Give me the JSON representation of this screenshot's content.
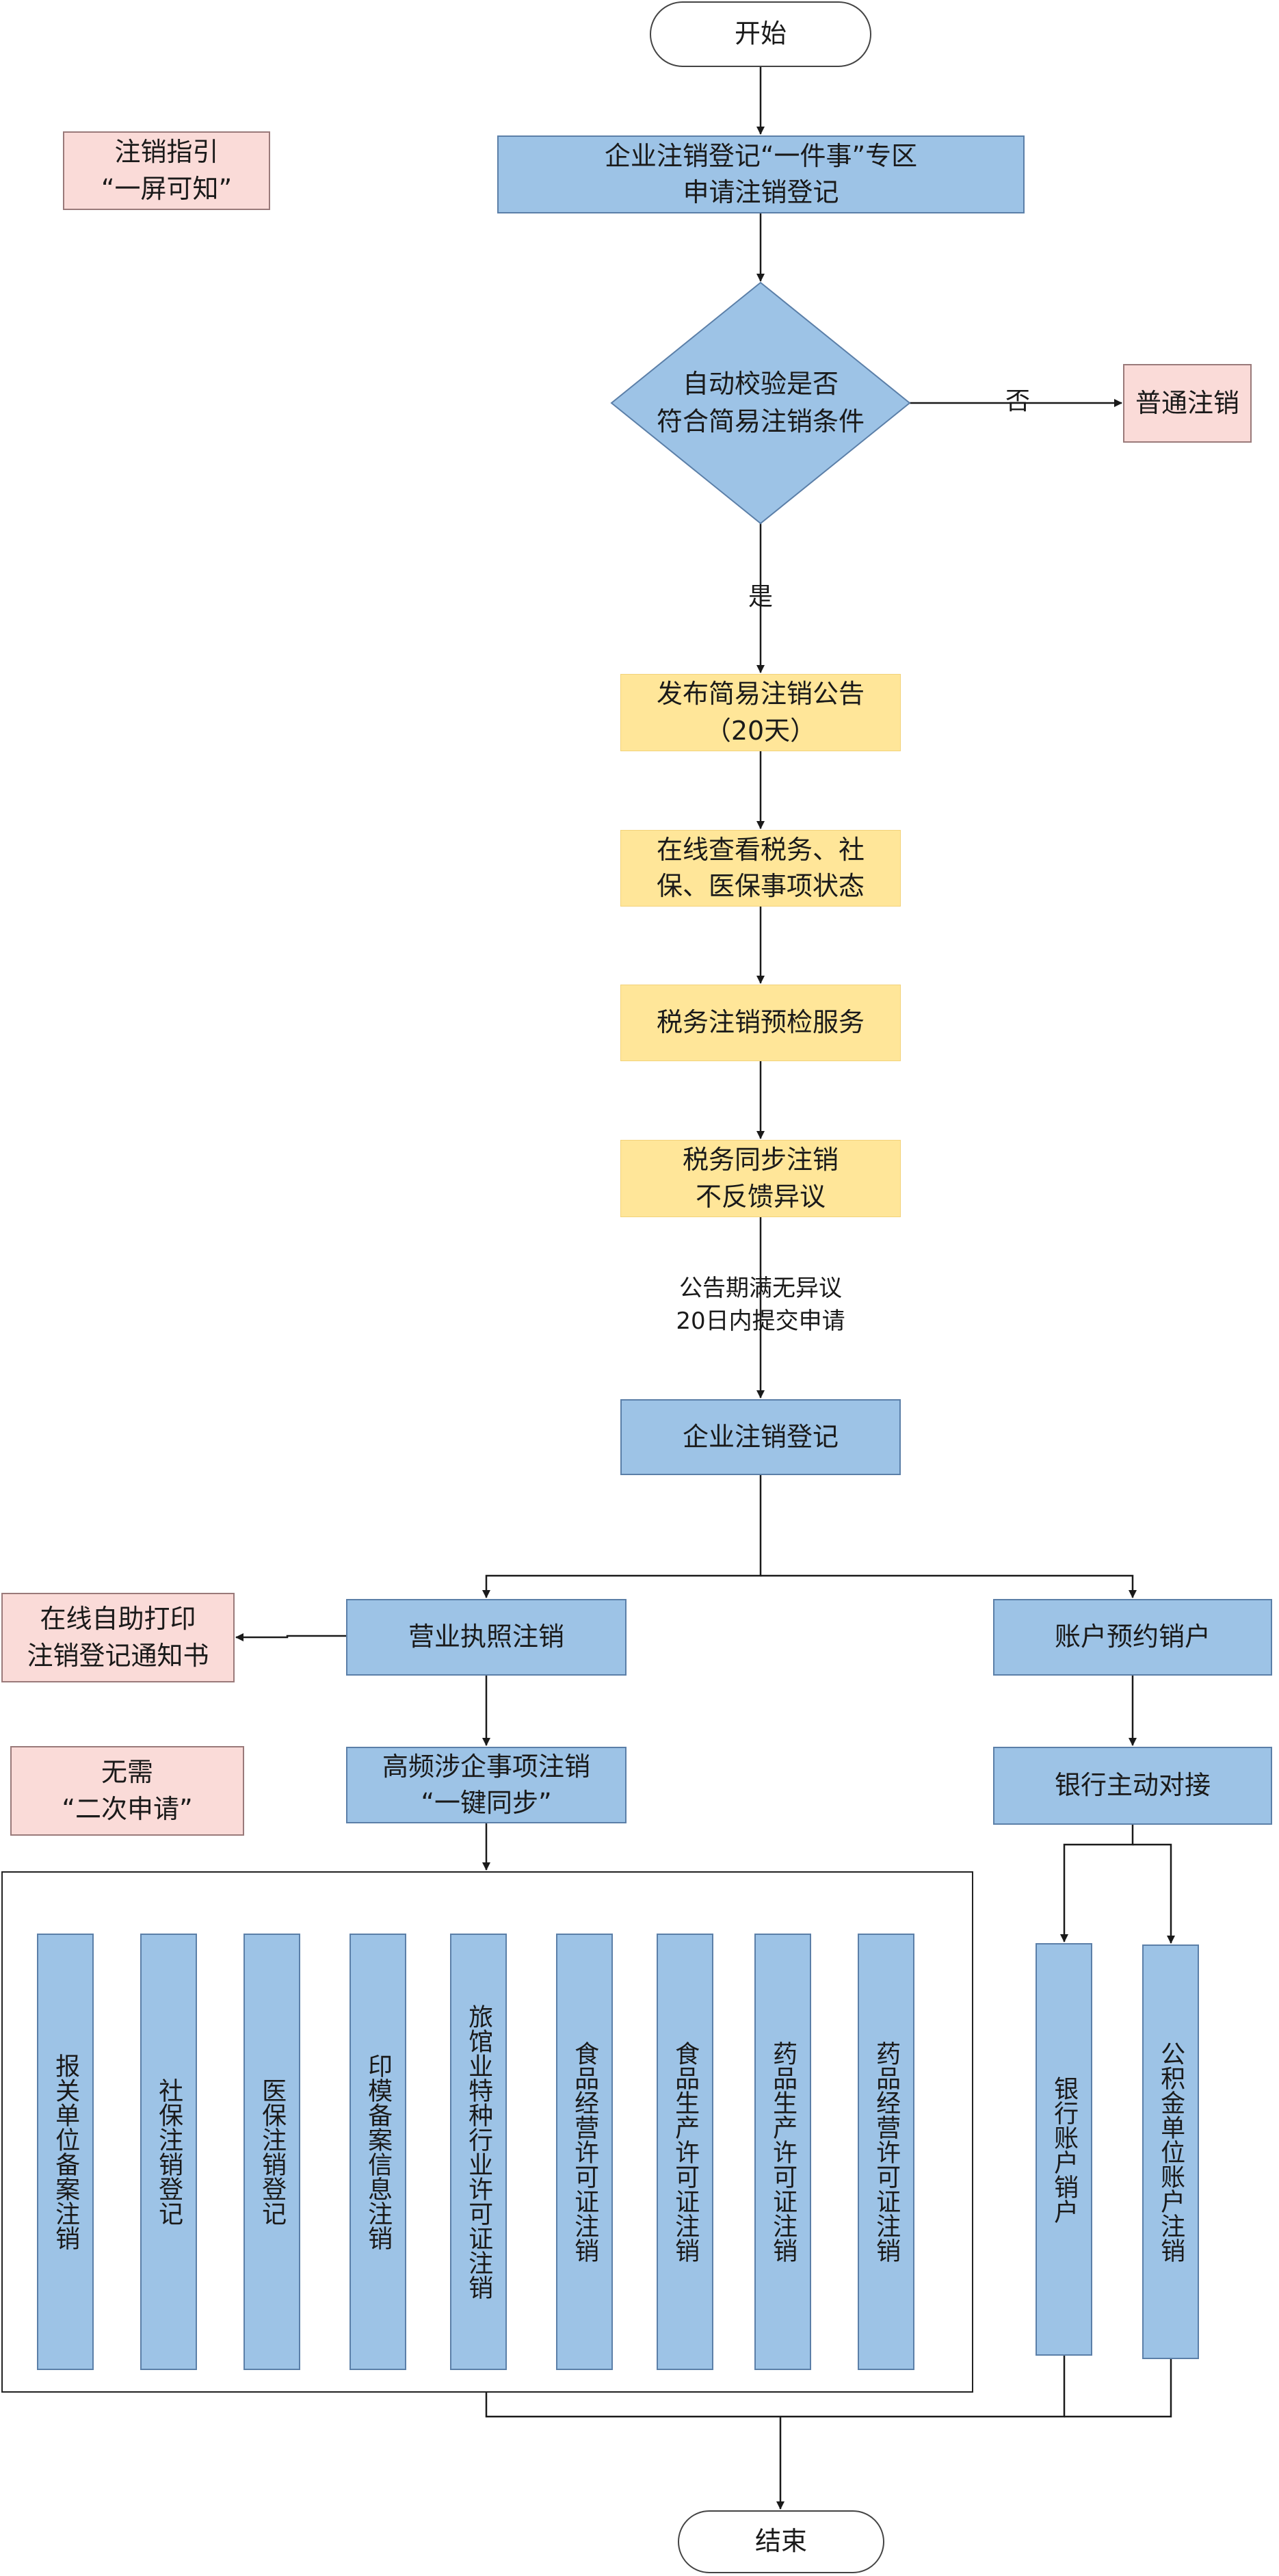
{
  "nodes": {
    "start": "开始",
    "apply": [
      "企业注销登记“一件事”专区",
      "申请注销登记"
    ],
    "check": [
      "自动校验是否",
      "符合简易注销条件"
    ],
    "normal": "普通注销",
    "publish": [
      "发布简易注销公告",
      "（20天）"
    ],
    "online_view": [
      "在线查看税务、社",
      "保、医保事项状态"
    ],
    "tax_precheck": "税务注销预检服务",
    "tax_sync": [
      "税务同步注销",
      "不反馈异议"
    ],
    "register": "企业注销登记",
    "license_cancel": "营业执照注销",
    "print_notice": [
      "在线自助打印",
      "注销登记通知书"
    ],
    "high_freq": [
      "高频涉企事项注销",
      "“一键同步”"
    ],
    "account_reserve": "账户预约销户",
    "bank_dock": "银行主动对接",
    "bank_account": "银行账户销户",
    "fund_account": "公积金单位账户注销",
    "end": "结束"
  },
  "notes": {
    "guide": [
      "注销指引",
      "“一屏可知”"
    ],
    "no_second": [
      "无需",
      "“二次申请”"
    ]
  },
  "edge_labels": {
    "no": "否",
    "yes": "是",
    "period": [
      "公告期满无异议",
      "20日内提交申请"
    ]
  },
  "sync_items": [
    "报关单位备案注销",
    "社保注销登记",
    "医保注销登记",
    "印模备案信息注销",
    "旅馆业特种行业许可证注销",
    "食品经营许可证注销",
    "食品生产许可证注销",
    "药品生产许可证注销",
    "药品经营许可证注销"
  ],
  "colors": {
    "process_blue": "#9dc3e6",
    "step_yellow": "#ffe699",
    "note_pink": "#fadbd8"
  }
}
